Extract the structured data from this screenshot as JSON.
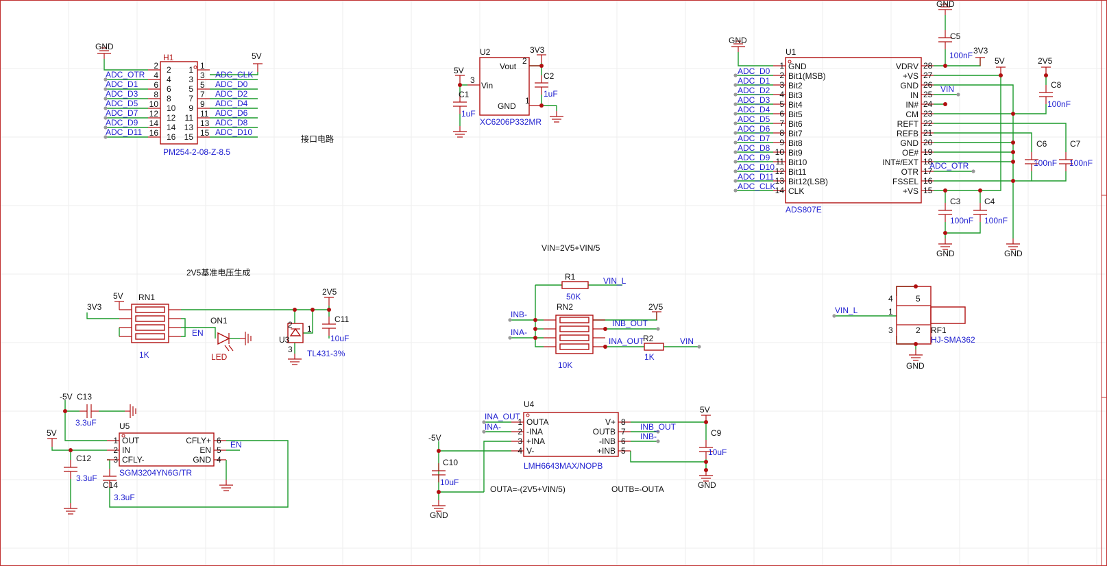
{
  "connector": {
    "designator": "H1",
    "part": "PM254-2-08-Z-8.5",
    "left_nets": [
      "ADC_OTR",
      "ADC_D1",
      "ADC_D3",
      "ADC_D5",
      "ADC_D7",
      "ADC_D9",
      "ADC_D11"
    ],
    "right_nets": [
      "ADC_CLK",
      "ADC_D0",
      "ADC_D2",
      "ADC_D4",
      "ADC_D6",
      "ADC_D8",
      "ADC_D10"
    ],
    "left_pins": [
      "2",
      "4",
      "6",
      "8",
      "10",
      "12",
      "14",
      "16"
    ],
    "right_pins": [
      "1",
      "3",
      "5",
      "7",
      "9",
      "11",
      "13",
      "15"
    ],
    "gnd": "GND",
    "vcc": "5V"
  },
  "section_labels": {
    "interface": "接口电路",
    "vref": "2V5基准电压生成",
    "vin_eq": "VIN=2V5+VIN/5",
    "outa_eq": "OUTA=-(2V5+VIN/5)",
    "outb_eq": "OUTB=-OUTA"
  },
  "ldo": {
    "designator": "U2",
    "part": "XC6206P332MR",
    "pins": {
      "vout": "Vout",
      "vin": "Vin",
      "gnd": "GND"
    },
    "pin_numbers": {
      "vout": "2",
      "vin": "3",
      "gnd": "1"
    },
    "in_rail": "5V",
    "out_rail": "3V3",
    "c_in": {
      "ref": "C1",
      "value": "1uF"
    },
    "c_out": {
      "ref": "C2",
      "value": "1uF"
    }
  },
  "adc": {
    "designator": "U1",
    "part": "ADS807E",
    "left_pins": [
      {
        "num": "1",
        "name": "GND"
      },
      {
        "num": "2",
        "name": "Bit1(MSB)"
      },
      {
        "num": "3",
        "name": "Bit2"
      },
      {
        "num": "4",
        "name": "Bit3"
      },
      {
        "num": "5",
        "name": "Bit4"
      },
      {
        "num": "6",
        "name": "Bit5"
      },
      {
        "num": "7",
        "name": "Bit6"
      },
      {
        "num": "8",
        "name": "Bit7"
      },
      {
        "num": "9",
        "name": "Bit8"
      },
      {
        "num": "10",
        "name": "Bit9"
      },
      {
        "num": "11",
        "name": "Bit10"
      },
      {
        "num": "12",
        "name": "Bit11"
      },
      {
        "num": "13",
        "name": "Bit12(LSB)"
      },
      {
        "num": "14",
        "name": "CLK"
      }
    ],
    "right_pins": [
      {
        "num": "28",
        "name": "VDRV"
      },
      {
        "num": "27",
        "name": "+VS"
      },
      {
        "num": "26",
        "name": "GND"
      },
      {
        "num": "25",
        "name": "IN"
      },
      {
        "num": "24",
        "name": "IN#"
      },
      {
        "num": "23",
        "name": "CM"
      },
      {
        "num": "22",
        "name": "REFT"
      },
      {
        "num": "21",
        "name": "REFB"
      },
      {
        "num": "20",
        "name": "GND"
      },
      {
        "num": "19",
        "name": "OE#"
      },
      {
        "num": "18",
        "name": "INT#/EXT"
      },
      {
        "num": "17",
        "name": "OTR"
      },
      {
        "num": "16",
        "name": "FSSEL"
      },
      {
        "num": "15",
        "name": "+VS"
      }
    ],
    "left_nets": [
      "ADC_D0",
      "ADC_D1",
      "ADC_D2",
      "ADC_D3",
      "ADC_D4",
      "ADC_D5",
      "ADC_D6",
      "ADC_D7",
      "ADC_D8",
      "ADC_D9",
      "ADC_D10",
      "ADC_D11",
      "ADC_CLK"
    ],
    "vin_net": "VIN",
    "otr_net": "ADC_OTR",
    "gnd": "GND",
    "rail_3v3": "3V3",
    "rail_5v": "5V",
    "rail_2v5": "2V5",
    "caps": [
      {
        "ref": "C5",
        "value": "100nF"
      },
      {
        "ref": "C8",
        "value": "100nF"
      },
      {
        "ref": "C6",
        "value": "100nF"
      },
      {
        "ref": "C7",
        "value": "100nF"
      },
      {
        "ref": "C3",
        "value": "100nF"
      },
      {
        "ref": "C4",
        "value": "100nF"
      }
    ]
  },
  "vref": {
    "rail_3v3": "3V3",
    "rail_5v": "5V",
    "rail_2v5": "2V5",
    "rn": {
      "ref": "RN1",
      "value": "1K"
    },
    "led": {
      "ref": "ON1",
      "value": "LED"
    },
    "en_net": "EN",
    "ref_ic": {
      "ref": "U3",
      "value": "TL431-3%",
      "pins": [
        "1",
        "2",
        "3"
      ]
    },
    "cap": {
      "ref": "C11",
      "value": "10uF"
    }
  },
  "summing": {
    "r1": {
      "ref": "R1",
      "value": "50K"
    },
    "rn": {
      "ref": "RN2",
      "value": "10K"
    },
    "r2": {
      "ref": "R2",
      "value": "1K"
    },
    "nets": {
      "vin_l": "VIN_L",
      "inb_minus": "INB-",
      "ina_minus": "INA-",
      "inb_out": "INB_OUT",
      "ina_out": "INA_OUT",
      "vin": "VIN",
      "rail_2v5": "2V5"
    }
  },
  "rf": {
    "ref": "RF1",
    "part": "HJ-SMA362",
    "net": "VIN_L",
    "gnd": "GND",
    "pins": [
      "1",
      "2",
      "3",
      "4",
      "5"
    ]
  },
  "neg_supply": {
    "designator": "U5",
    "part": "SGM3204YN6G/TR",
    "left_pins": [
      {
        "num": "1",
        "name": "OUT"
      },
      {
        "num": "2",
        "name": "IN"
      },
      {
        "num": "3",
        "name": "CFLY-"
      }
    ],
    "right_pins": [
      {
        "num": "6",
        "name": "CFLY+"
      },
      {
        "num": "5",
        "name": "EN"
      },
      {
        "num": "4",
        "name": "GND"
      }
    ],
    "rail_neg": "-5V",
    "rail_5v": "5V",
    "en_net": "EN",
    "caps": [
      {
        "ref": "C13",
        "value": "3.3uF"
      },
      {
        "ref": "C12",
        "value": "3.3uF"
      },
      {
        "ref": "C14",
        "value": "3.3uF"
      }
    ]
  },
  "opamp": {
    "designator": "U4",
    "part": "LMH6643MAX/NOPB",
    "left_pins": [
      {
        "num": "1",
        "name": "OUTA"
      },
      {
        "num": "2",
        "name": "-INA"
      },
      {
        "num": "3",
        "name": "+INA"
      },
      {
        "num": "4",
        "name": "V-"
      }
    ],
    "right_pins": [
      {
        "num": "8",
        "name": "V+"
      },
      {
        "num": "7",
        "name": "OUTB"
      },
      {
        "num": "6",
        "name": "-INB"
      },
      {
        "num": "5",
        "name": "+INB"
      }
    ],
    "nets": {
      "ina_out": "INA_OUT",
      "ina_minus": "INA-",
      "inb_out": "INB_OUT",
      "inb_minus": "INB-"
    },
    "rail_neg": "-5V",
    "rail_5v": "5V",
    "gnd": "GND",
    "c_neg": {
      "ref": "C10",
      "value": "10uF"
    },
    "c_pos": {
      "ref": "C9",
      "value": "10uF"
    }
  }
}
